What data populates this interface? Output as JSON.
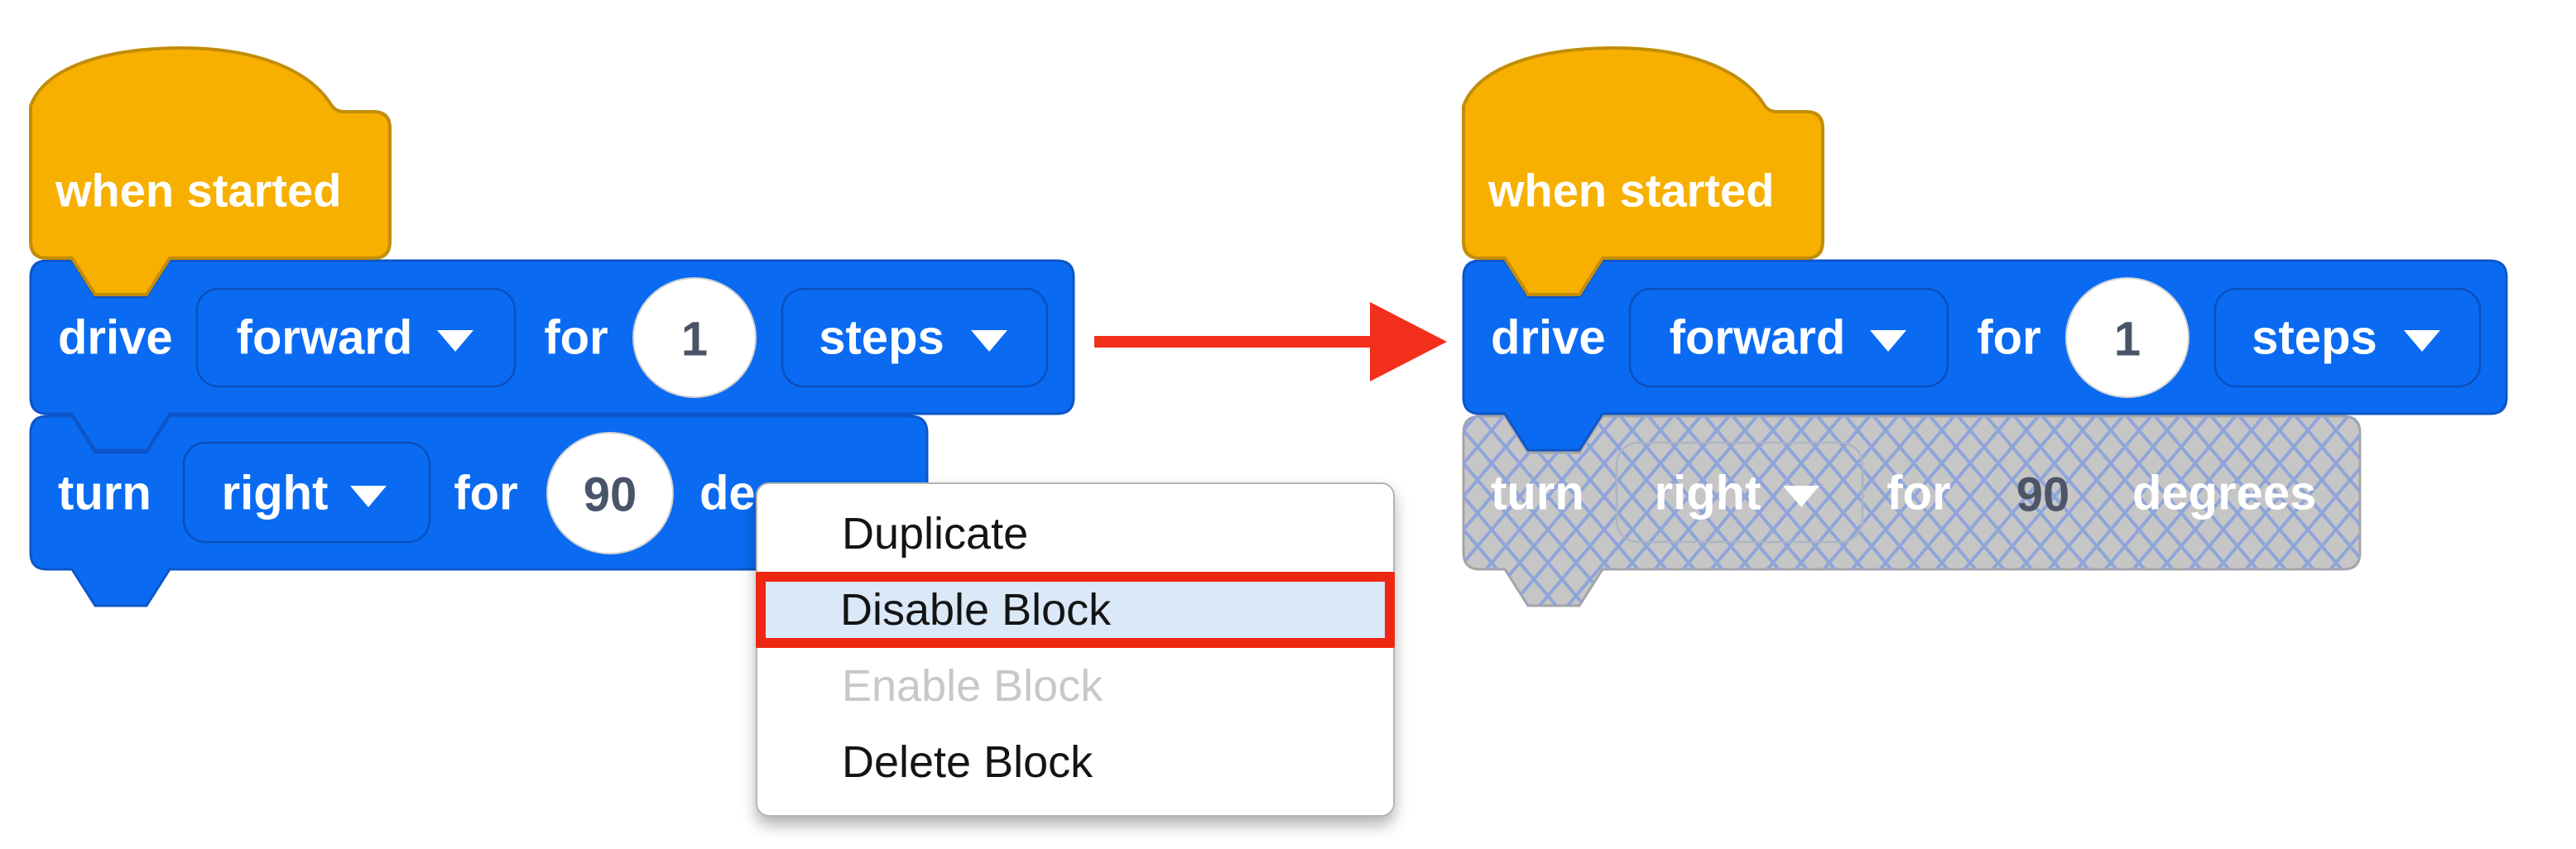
{
  "colors": {
    "block_blue": "#0a6bf2",
    "hat_orange": "#f7b000",
    "disabled_gray": "#c6c6c6",
    "hatch_blue": "#8fa5da",
    "value_text": "#4a5468",
    "disabled_value_text": "#4e5566",
    "arrow_red": "#f3301c",
    "menu_highlight_bg": "#dae8f7",
    "menu_highlight_border": "#ee2713"
  },
  "left_script": {
    "hat": {
      "label": "when started"
    },
    "drive": {
      "verb": "drive",
      "direction": "forward",
      "preposition": "for",
      "value": "1",
      "unit": "steps"
    },
    "turn": {
      "verb": "turn",
      "direction": "right",
      "preposition": "for",
      "value": "90",
      "unit": "degrees"
    }
  },
  "right_script": {
    "hat": {
      "label": "when started"
    },
    "drive": {
      "verb": "drive",
      "direction": "forward",
      "preposition": "for",
      "value": "1",
      "unit": "steps"
    },
    "turn": {
      "verb": "turn",
      "direction": "right",
      "preposition": "for",
      "value": "90",
      "unit": "degrees",
      "state": "disabled"
    }
  },
  "context_menu": {
    "items": [
      {
        "label": "Duplicate",
        "state": "normal"
      },
      {
        "label": "Disable Block",
        "state": "selected"
      },
      {
        "label": "Enable Block",
        "state": "disabled"
      },
      {
        "label": "Delete Block",
        "state": "normal"
      }
    ]
  }
}
